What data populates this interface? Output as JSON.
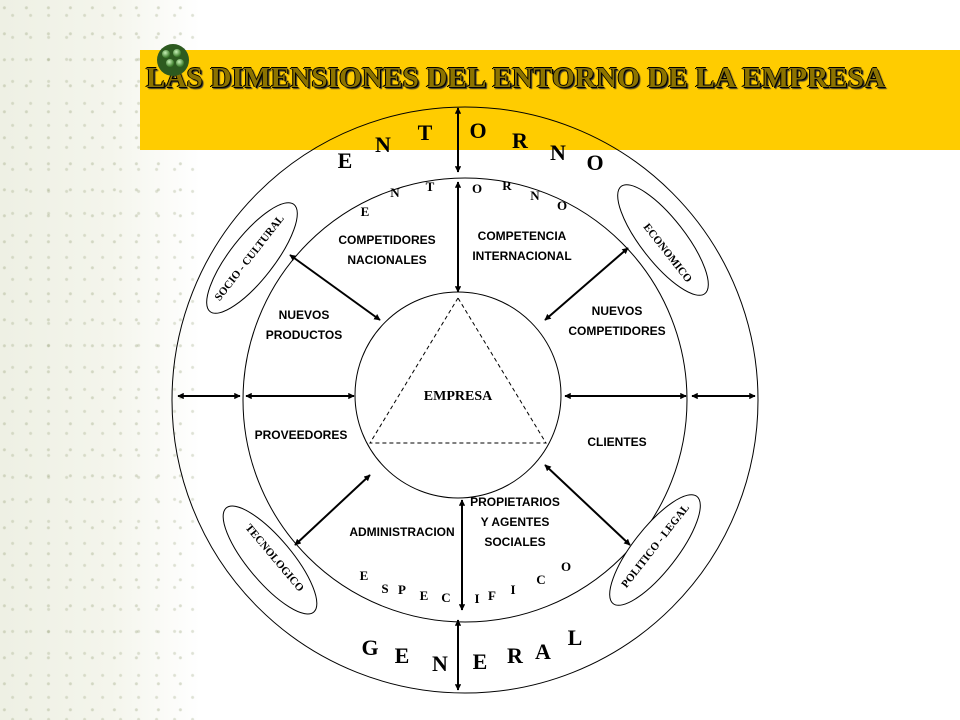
{
  "title": "LAS DIMENSIONES DEL ENTORNO DE LA EMPRESA",
  "center": "EMPRESA",
  "outer_top_letters": [
    "E",
    "N",
    "T",
    "O",
    "R",
    "N",
    "O"
  ],
  "outer_bottom_letters": [
    "G",
    "E",
    "N",
    "E",
    "R",
    "A",
    "L"
  ],
  "inner_top_letters": [
    "E",
    "N",
    "T",
    "O",
    "R",
    "N",
    "O"
  ],
  "inner_bottom_letters": [
    "E",
    "S",
    "P",
    "E",
    "C",
    "I",
    "F",
    "I",
    "C",
    "O"
  ],
  "general_dimensions": {
    "socio_cultural": "SOCIO - CULTURAL",
    "economico": "ECONOMICO",
    "tecnologico": "TECNOLOGICO",
    "politico_legal": "POLITICO - LEGAL"
  },
  "specific_labels": [
    [
      "COMPETIDORES",
      "NACIONALES"
    ],
    [
      "COMPETENCIA",
      "INTERNACIONAL"
    ],
    [
      "NUEVOS",
      "PRODUCTOS"
    ],
    [
      "NUEVOS",
      "COMPETIDORES"
    ],
    [
      "PROVEEDORES"
    ],
    [
      "CLIENTES"
    ],
    [
      "ADMINISTRACION"
    ],
    [
      "PROPIETARIOS",
      "Y AGENTES",
      "SOCIALES"
    ]
  ],
  "colors": {
    "title_band": "#ffcc00",
    "title_text": "#8c7300",
    "stroke": "#000000"
  }
}
